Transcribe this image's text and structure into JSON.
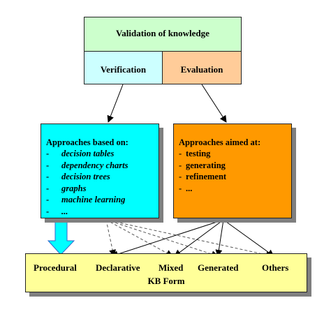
{
  "validation": {
    "title": "Validation of knowledge",
    "verification": "Verification",
    "evaluation": "Evaluation"
  },
  "left_box": {
    "heading": "Approaches based on:",
    "items": [
      "decision tables",
      "dependency charts",
      "decision trees",
      "graphs",
      "machine learning",
      "..."
    ]
  },
  "right_box": {
    "heading": "Approaches aimed at:",
    "items": [
      "testing",
      "generating",
      "refinement",
      "..."
    ]
  },
  "kb_forms": {
    "labels": [
      "Procedural",
      "Declarative",
      "Mixed",
      "Generated",
      "Others"
    ],
    "caption": "KB Form"
  },
  "colors": {
    "validation_fill": "#ccffcc",
    "verification_fill": "#ccffff",
    "evaluation_fill": "#ffcc99",
    "left_box_fill": "#00ffff",
    "right_box_fill": "#ff9900",
    "kb_form_fill": "#ffff99",
    "shadow": "#7f7f7f"
  }
}
